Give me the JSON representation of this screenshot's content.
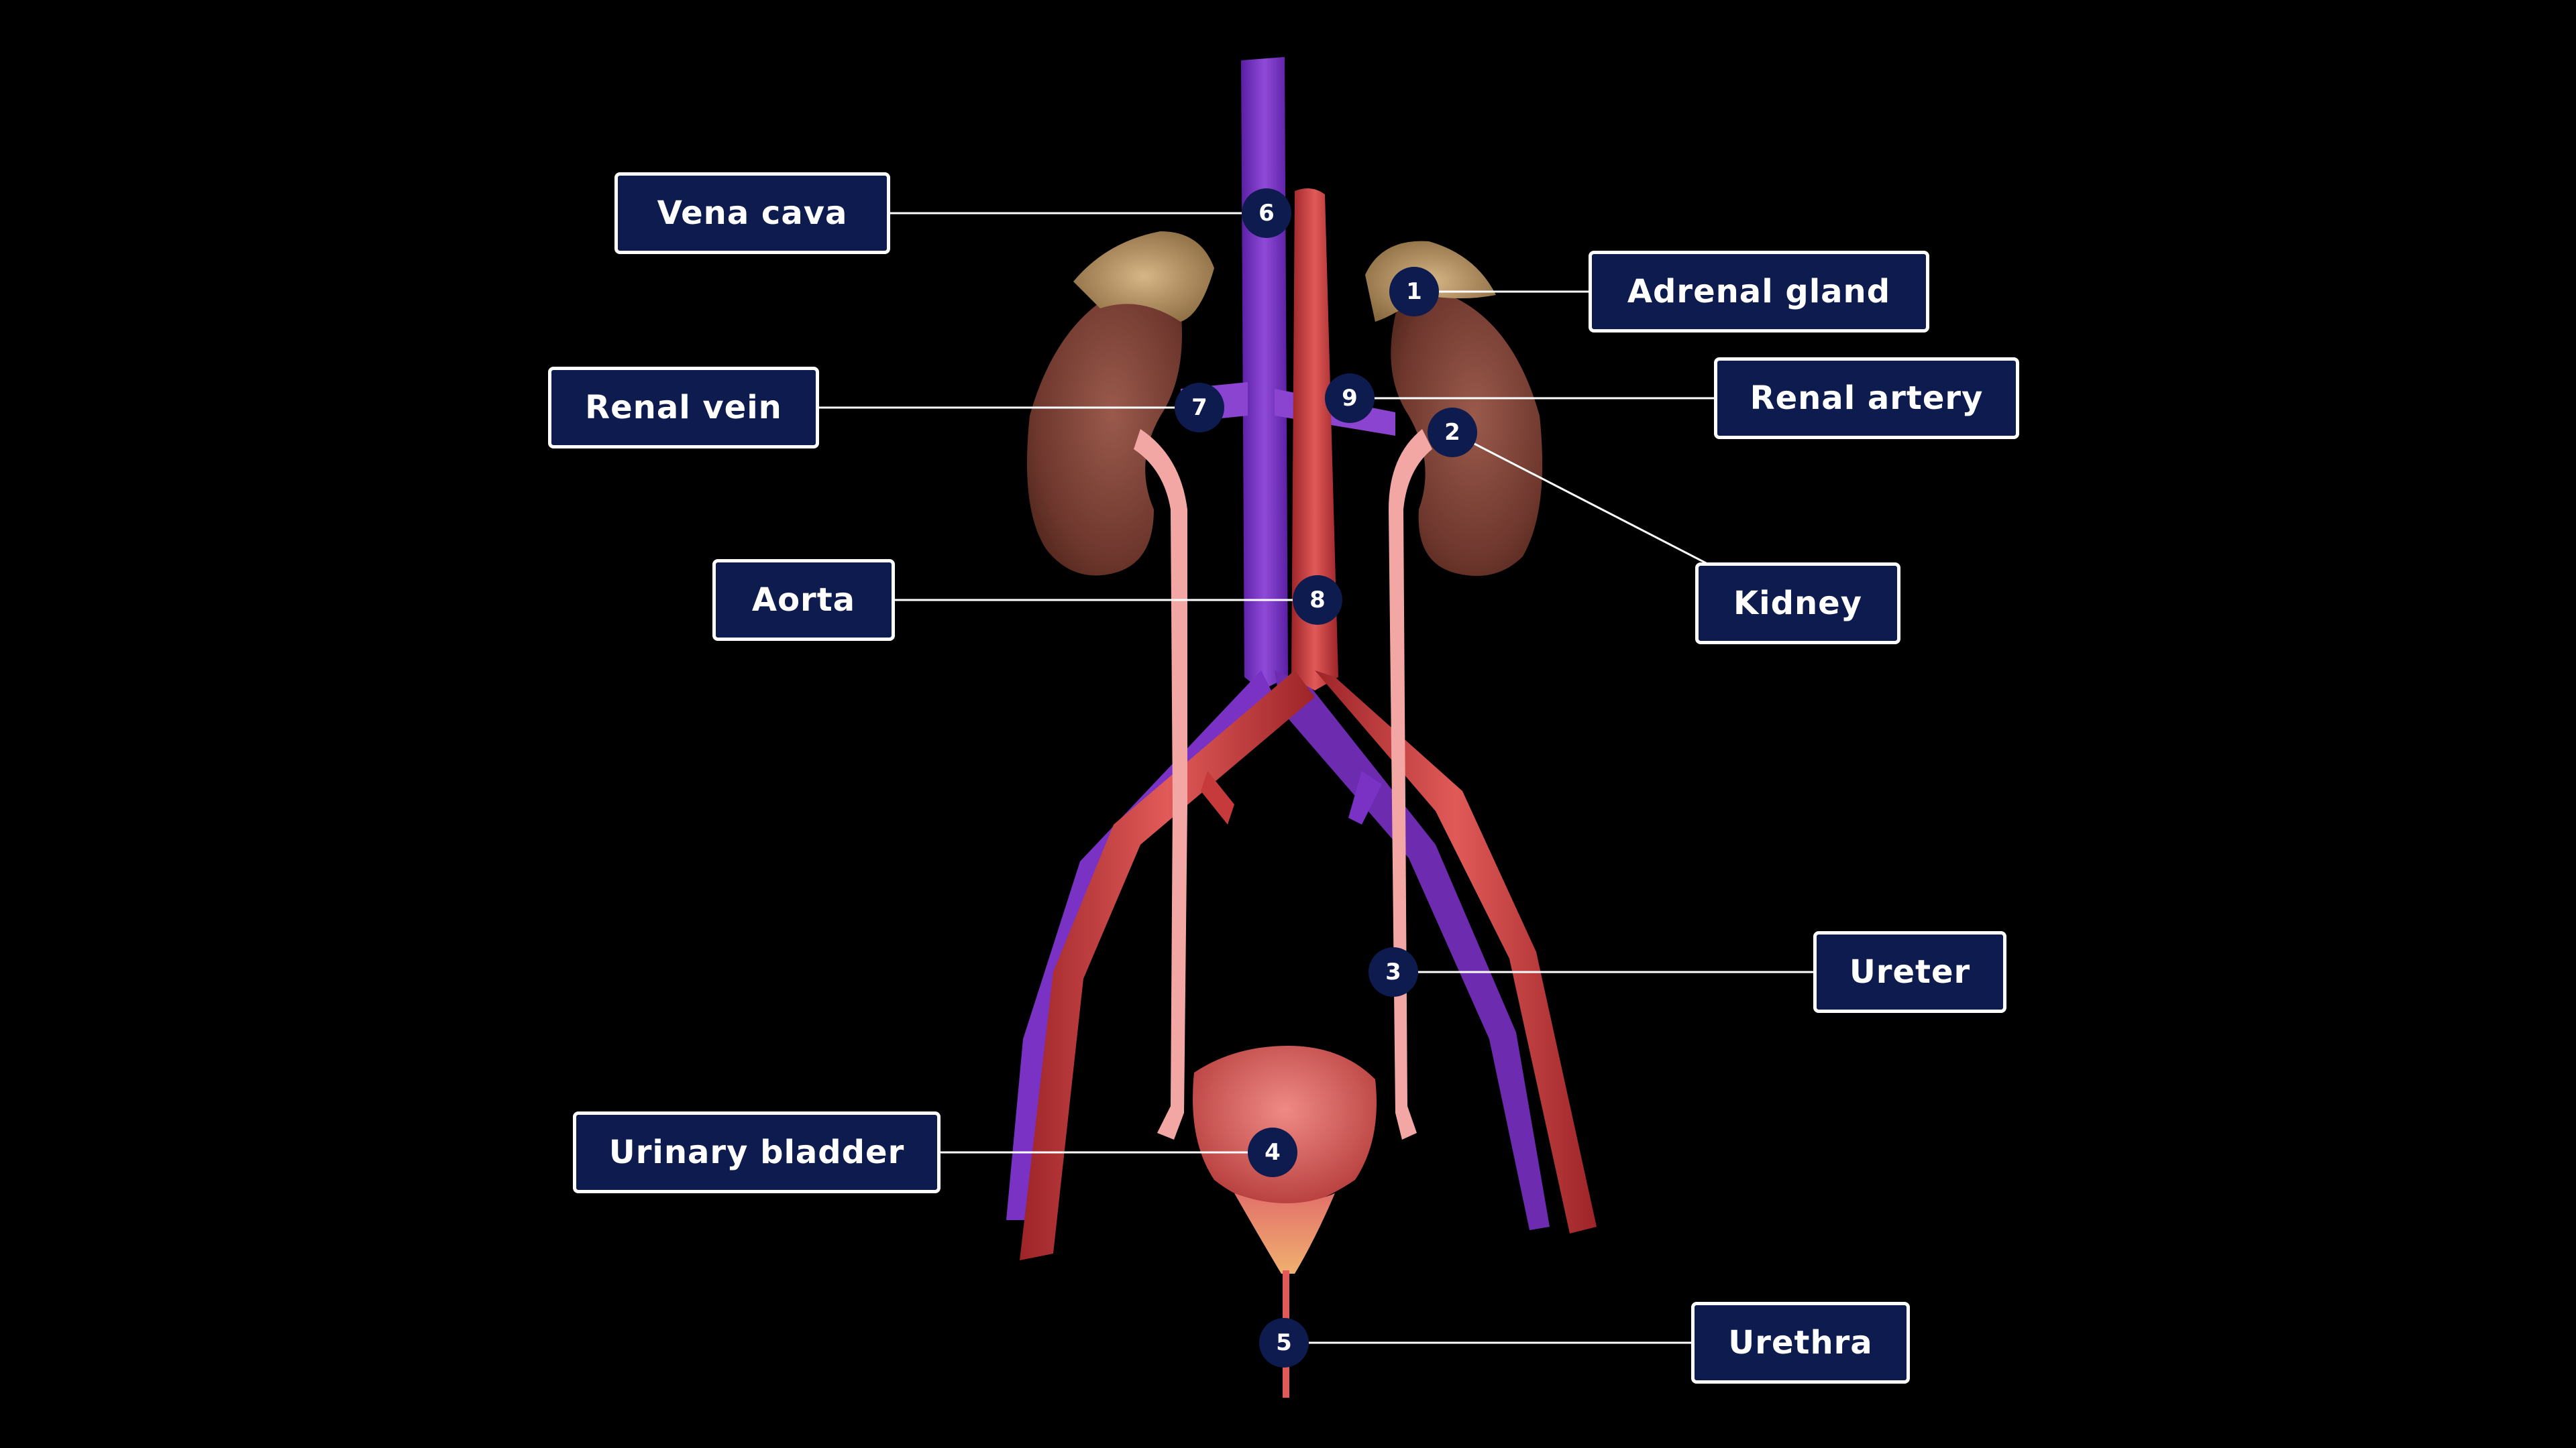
{
  "diagram": {
    "background_color": "#000000",
    "label_fill_color": "#0d1b4f",
    "label_border_color": "#ffffff",
    "leader_line_color": "#ffffff",
    "colors": {
      "vein": "#7a32c4",
      "artery": "#c63a3c",
      "ureter": "#f2a7a4",
      "kidney": "#7a3f34",
      "adrenal": "#b08b5c",
      "bladder": "#d55a5c"
    },
    "labels": [
      {
        "number": "1",
        "text": "Adrenal gland"
      },
      {
        "number": "2",
        "text": "Kidney"
      },
      {
        "number": "3",
        "text": "Ureter"
      },
      {
        "number": "4",
        "text": "Urinary bladder"
      },
      {
        "number": "5",
        "text": "Urethra"
      },
      {
        "number": "6",
        "text": "Vena cava"
      },
      {
        "number": "7",
        "text": "Renal vein"
      },
      {
        "number": "8",
        "text": "Aorta"
      },
      {
        "number": "9",
        "text": "Renal artery"
      }
    ]
  }
}
